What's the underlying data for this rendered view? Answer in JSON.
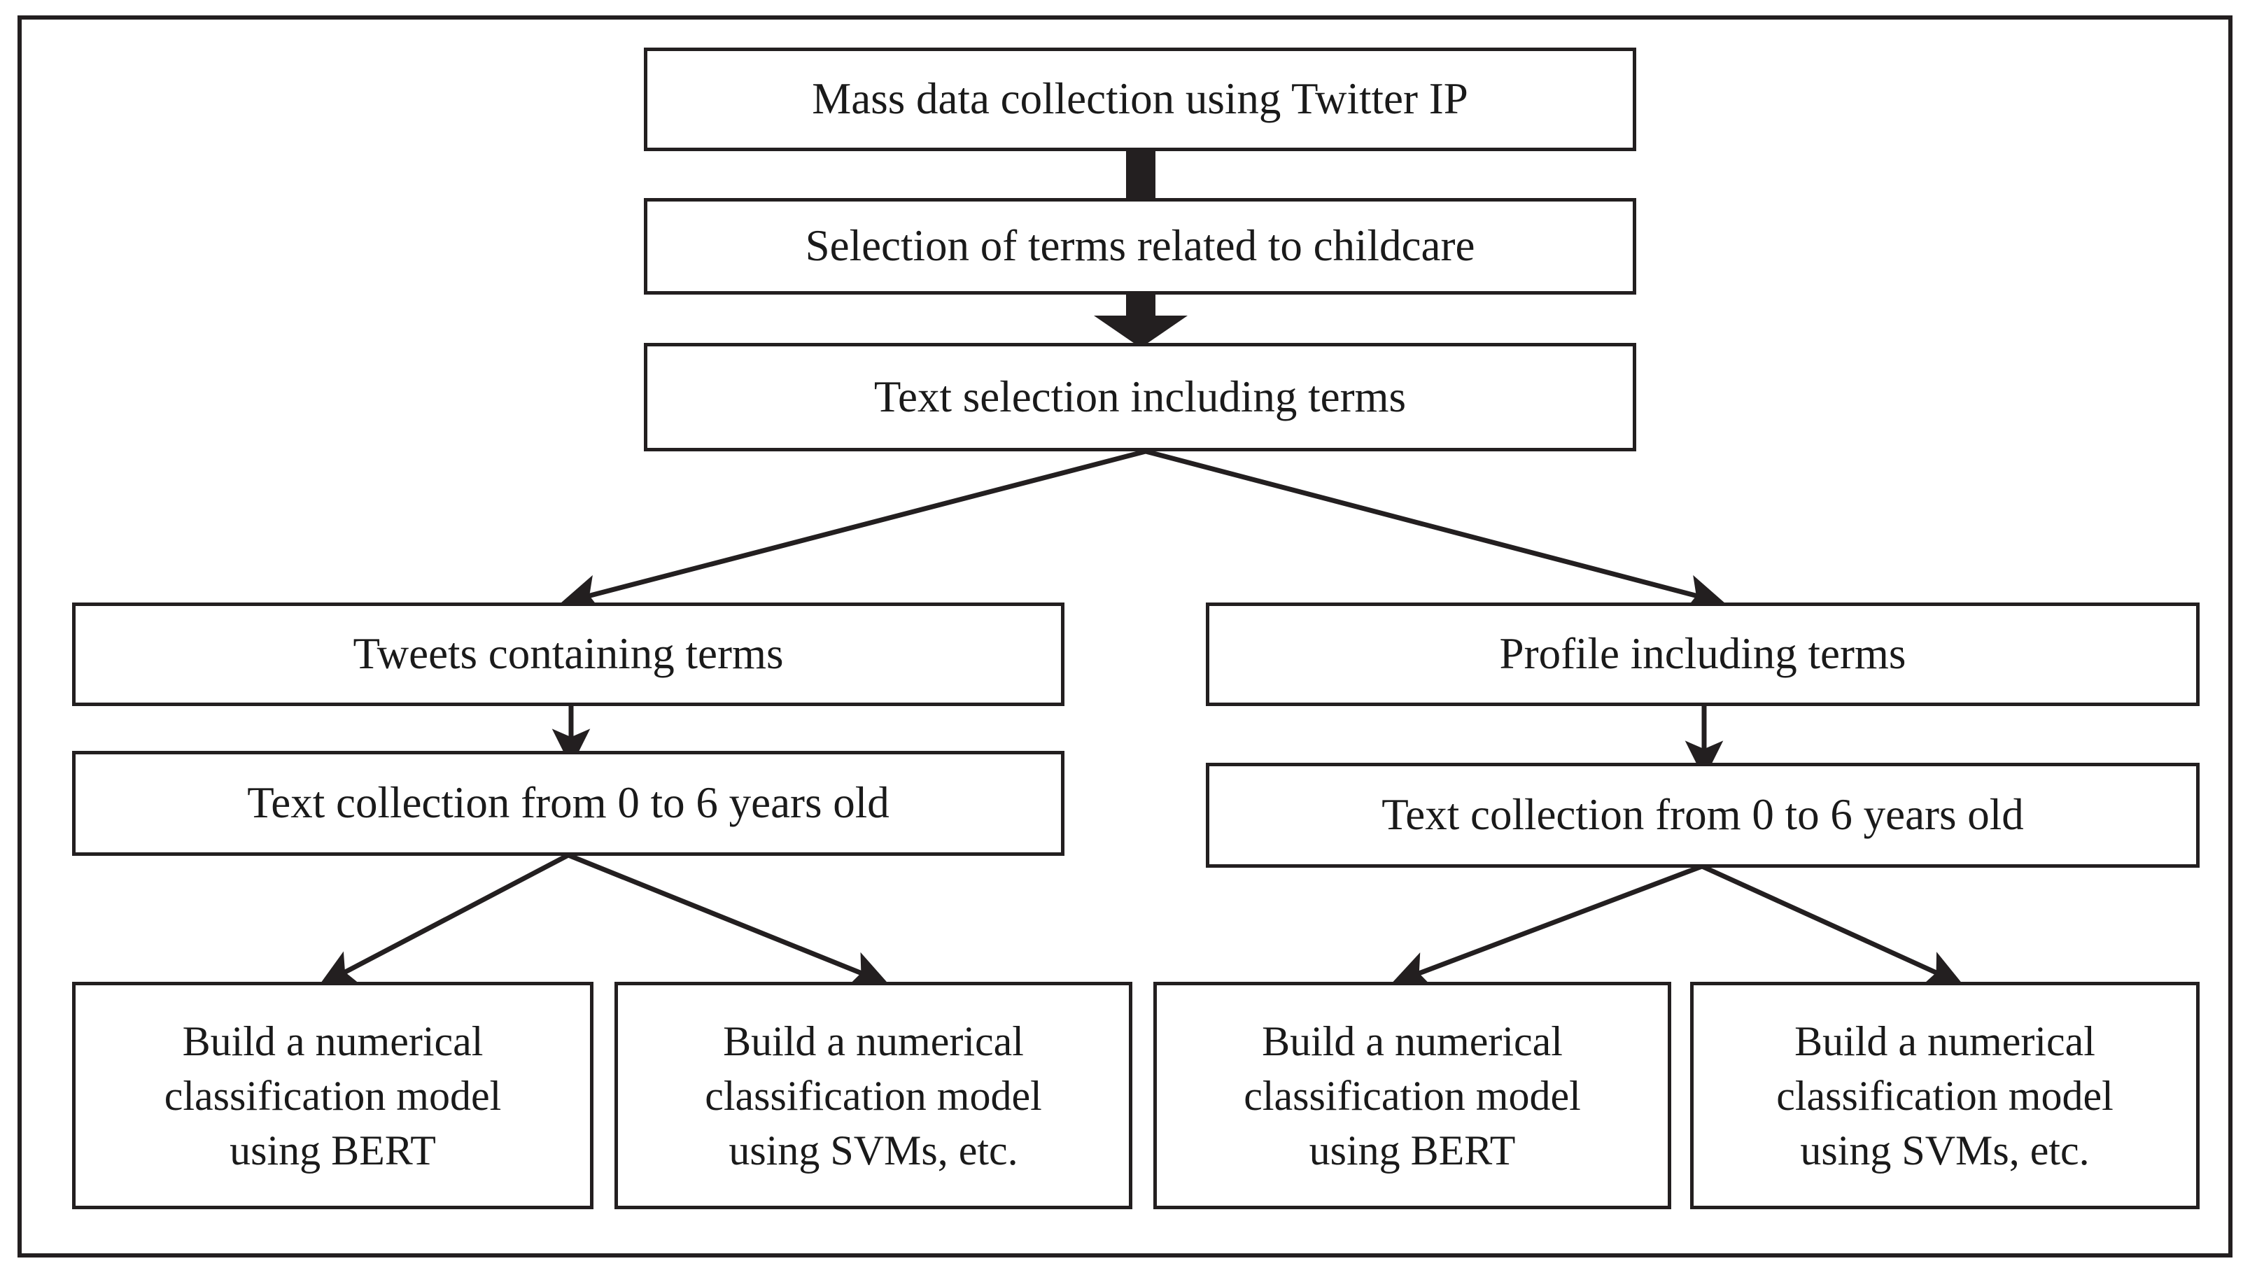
{
  "figure": {
    "type": "flowchart",
    "orientation": "top-down",
    "border_color": "#231f20",
    "node_fill": "#ffffff",
    "line_color": "#231f20"
  },
  "nodes": {
    "mass_data": "Mass data collection using Twitter IP",
    "selection_terms": "Selection of terms related to childcare",
    "text_selection": "Text selection including terms",
    "tweets_terms": "Tweets containing terms",
    "profile_terms": "Profile including terms",
    "collect_left": "Text collection from 0 to 6 years old",
    "collect_right": "Text collection from 0 to 6 years old",
    "model_1": "Build a numerical\nclassification model\nusing BERT",
    "model_2": "Build a numerical\nclassification model\nusing SVMs, etc.",
    "model_3": "Build a numerical\nclassification model\nusing BERT",
    "model_4": "Build a numerical\nclassification model\nusing SVMs, etc."
  },
  "edges": [
    {
      "from": "mass_data",
      "to": "selection_terms",
      "style": "thick-block"
    },
    {
      "from": "selection_terms",
      "to": "text_selection",
      "style": "thick-block-arrow"
    },
    {
      "from": "text_selection",
      "to": "tweets_terms",
      "style": "diagonal-arrow"
    },
    {
      "from": "text_selection",
      "to": "profile_terms",
      "style": "diagonal-arrow"
    },
    {
      "from": "tweets_terms",
      "to": "collect_left",
      "style": "vertical-arrow"
    },
    {
      "from": "profile_terms",
      "to": "collect_right",
      "style": "vertical-arrow"
    },
    {
      "from": "collect_left",
      "to": "model_1",
      "style": "diagonal-arrow"
    },
    {
      "from": "collect_left",
      "to": "model_2",
      "style": "diagonal-arrow"
    },
    {
      "from": "collect_right",
      "to": "model_3",
      "style": "diagonal-arrow"
    },
    {
      "from": "collect_right",
      "to": "model_4",
      "style": "diagonal-arrow"
    }
  ]
}
